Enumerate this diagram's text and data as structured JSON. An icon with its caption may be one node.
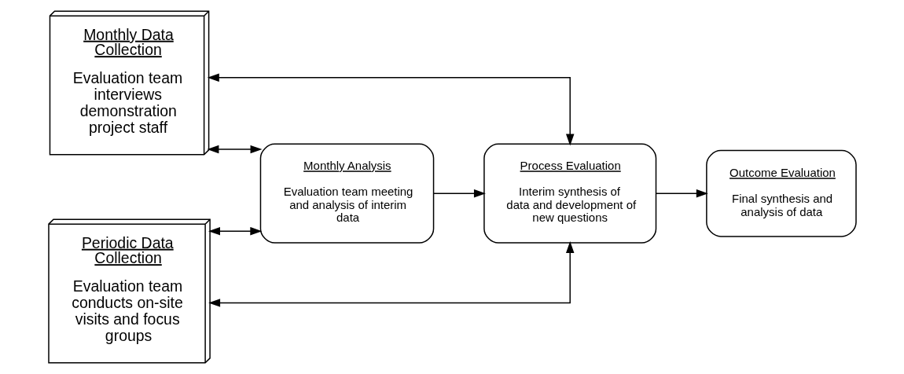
{
  "diagram": {
    "nodes": [
      {
        "text": [
          "Monthly Data Collection",
          "Evaluation team interviews demonstration project staff"
        ]
      },
      {
        "text": [
          "Periodic Data Collection",
          "Evaluation team conducts on-site visits and focus groups"
        ]
      },
      {
        "text": [
          "Monthly Analysis",
          "Evaluation team meeting and analysis of interim data"
        ]
      },
      {
        "text": [
          "Process Evaluation",
          "Interim synthesis of data and development of new questions"
        ]
      },
      {
        "text": [
          "Outcome Evaluation",
          "Final synthesis and analysis of data"
        ]
      }
    ],
    "edges": [
      {
        "from": 0,
        "to": 3,
        "arrow": "both"
      },
      {
        "from": 0,
        "to": 2,
        "arrow": "both"
      },
      {
        "from": 2,
        "to": 3,
        "arrow": "to"
      },
      {
        "from": 3,
        "to": 4,
        "arrow": "to"
      },
      {
        "from": 1,
        "to": 2,
        "arrow": "both"
      },
      {
        "from": 1,
        "to": 3,
        "arrow": "both"
      }
    ]
  }
}
